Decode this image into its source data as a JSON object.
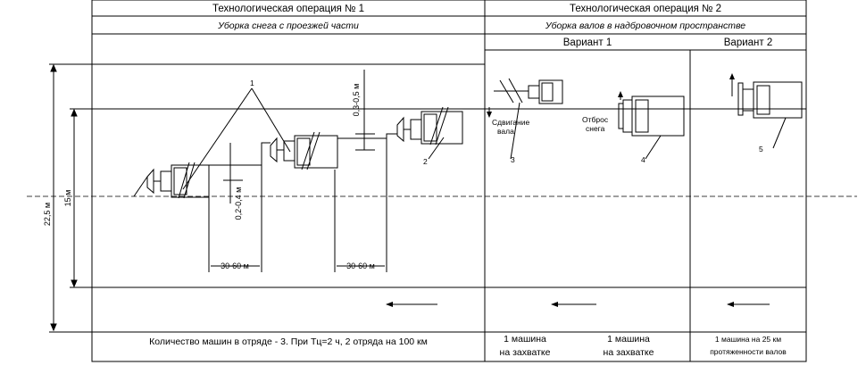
{
  "table": {
    "op1": {
      "title": "Технологическая операция № 1",
      "subtitle": "Уборка снега с проезжей части"
    },
    "op2": {
      "title": "Технологическая операция № 2",
      "subtitle": "Уборка валов в надбровочном пространстве",
      "variant1": "Вариант 1",
      "variant2": "Вариант 2"
    },
    "footer": {
      "op1": "Количество машин в отряде - 3. При Тц=2 ч, 2 отряда на 100 км",
      "v1a_l1": "1 машина",
      "v1a_l2": "на захватке",
      "v1b_l1": "1 машина",
      "v1b_l2": "на захватке",
      "v2_l1": "1 машина на 25 км",
      "v2_l2": "протяженности валов"
    }
  },
  "dimensions": {
    "total_width": "22,5 м",
    "road_width": "15 м",
    "offset_a": "0,2-0,4 м",
    "offset_b": "0,3-0,5 м",
    "gap_a": "30-60 м",
    "gap_b": "30-60 м"
  },
  "labels": {
    "m1": "1",
    "m2": "2",
    "m3": "3",
    "m4": "4",
    "m5": "5",
    "shift_l1": "Сдвигание",
    "shift_l2": "вала",
    "throw_l1": "Отброс",
    "throw_l2": "снега"
  }
}
